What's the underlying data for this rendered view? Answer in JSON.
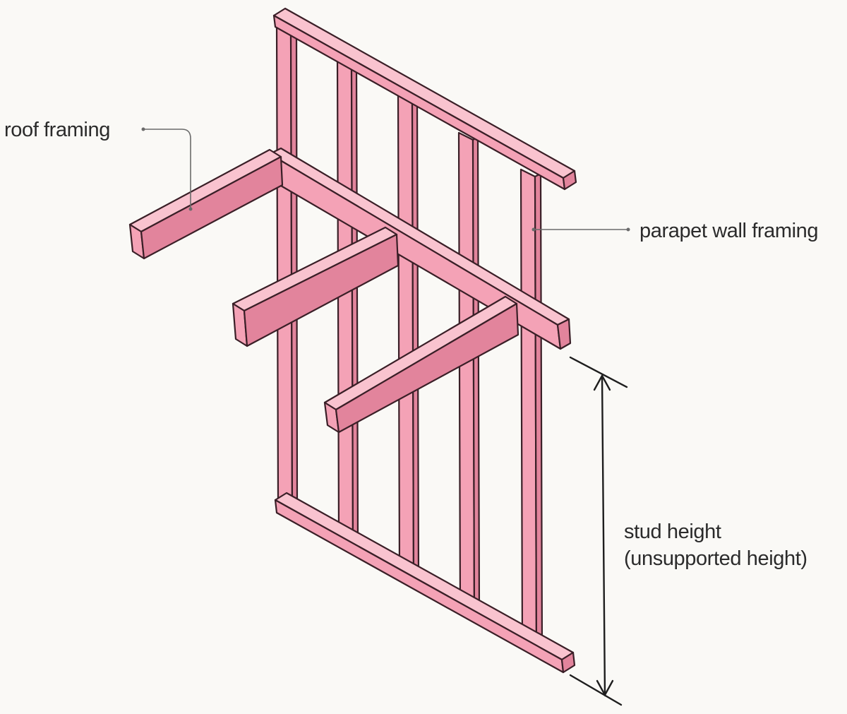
{
  "labels": {
    "roof_framing": "roof framing",
    "parapet_wall_framing": "parapet wall framing",
    "stud_height_line1": "stud height",
    "stud_height_line2": "(unsupported height)"
  },
  "colors": {
    "background": "#faf9f6",
    "timber": "#f4a2b6",
    "timber_shade": "#e2849c",
    "outline": "#3a1f27"
  }
}
